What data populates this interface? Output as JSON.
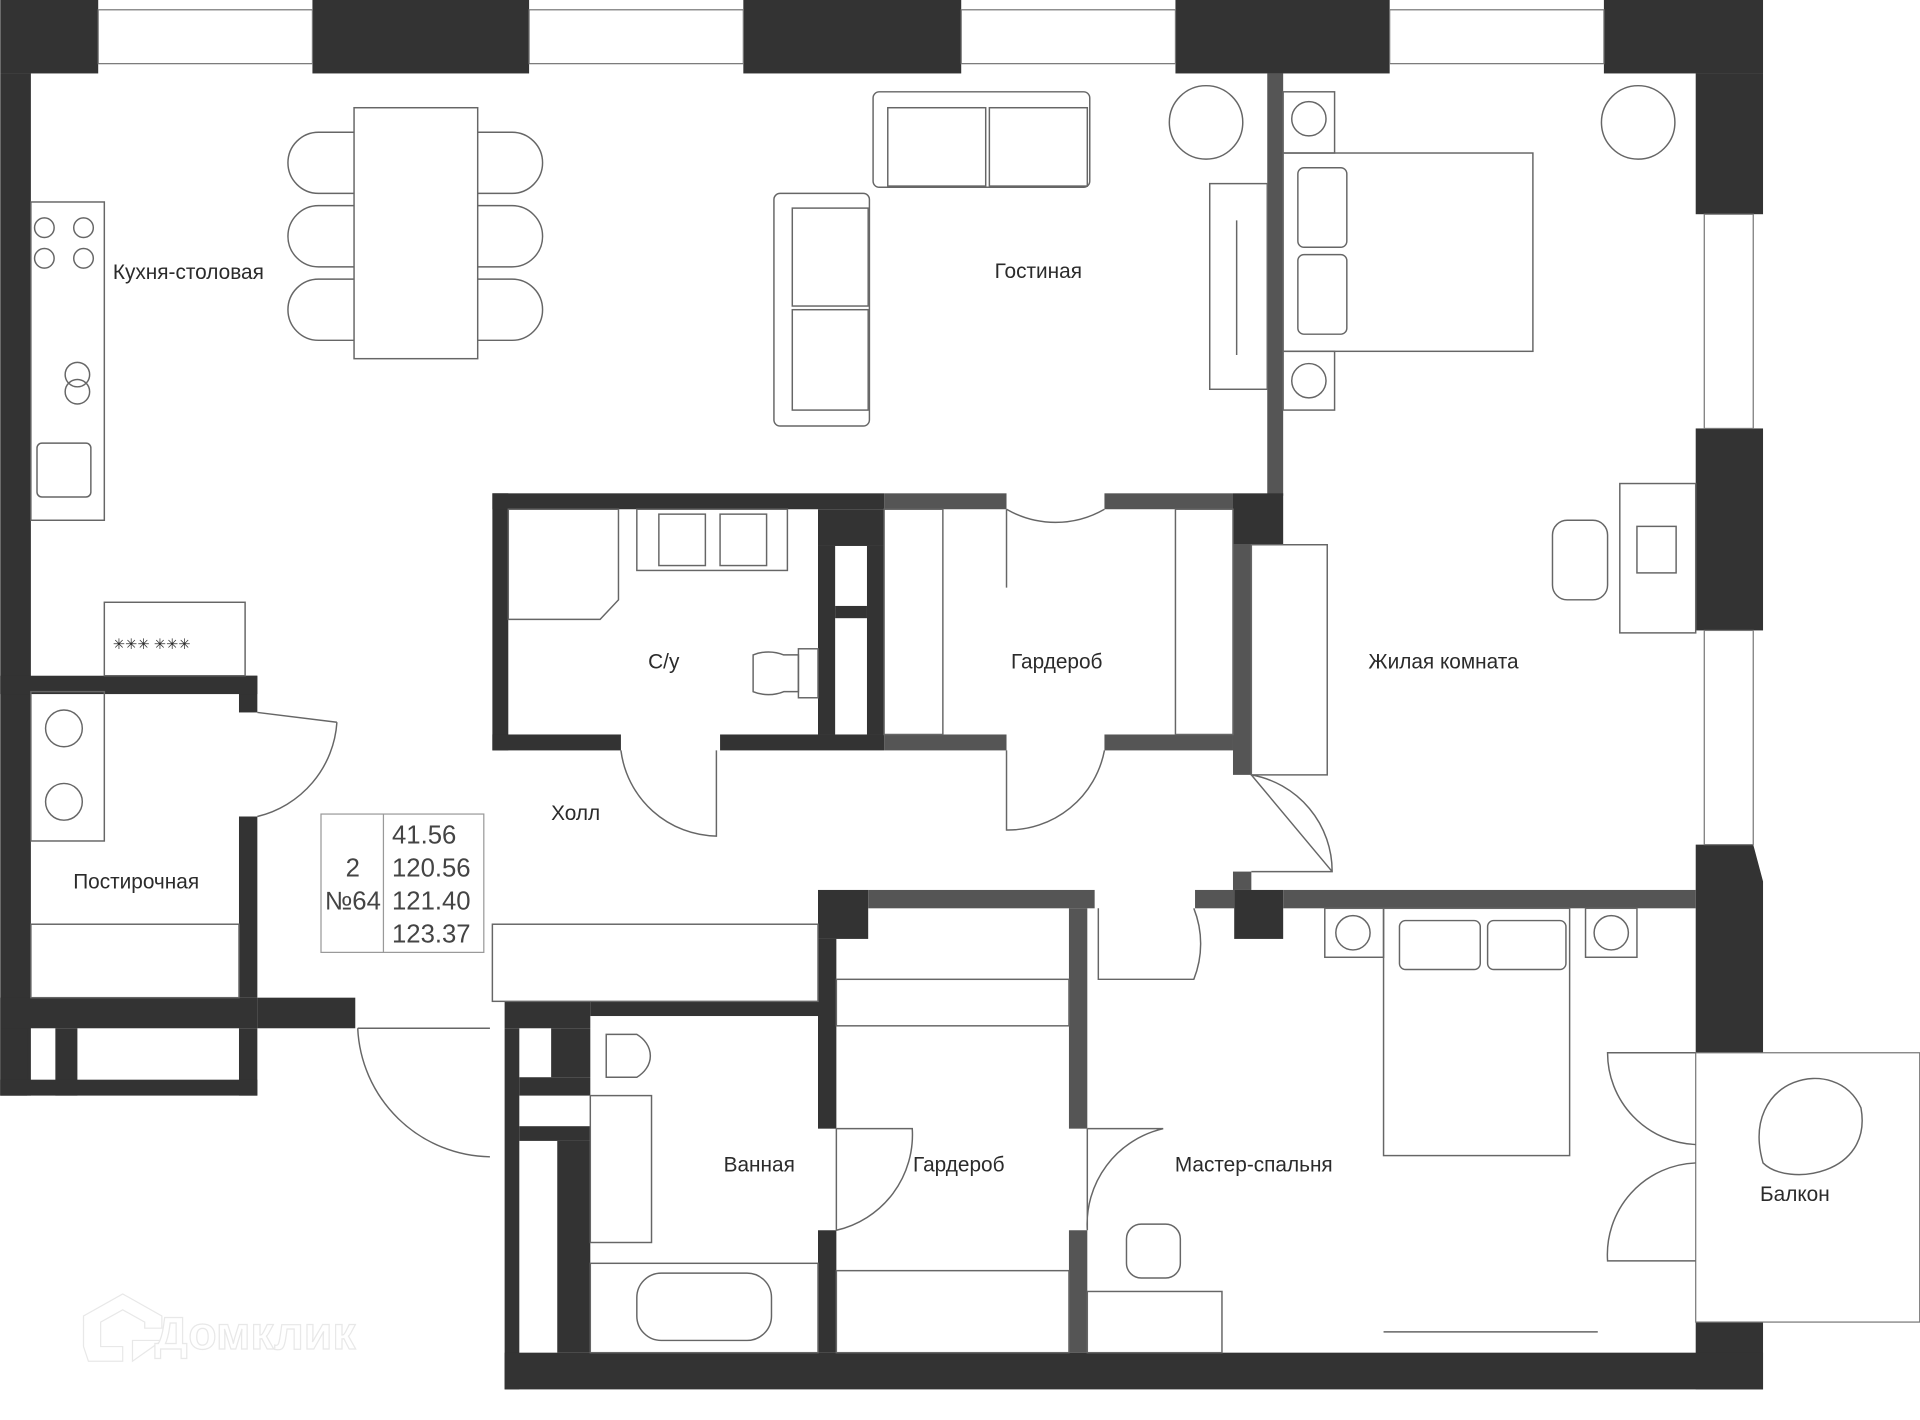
{
  "plan": {
    "rooms": {
      "kitchen": "Кухня-столовая",
      "living": "Гостиная",
      "wc": "С/у",
      "wardrobe1": "Гардероб",
      "bedroom": "Жилая комната",
      "hall": "Холл",
      "laundry": "Постирочная",
      "bathroom": "Ванная",
      "wardrobe2": "Гардероб",
      "master": "Мастер-спальня",
      "balcony": "Балкон"
    },
    "info": {
      "rooms_count": "2",
      "apartment_number": "№64",
      "living_area": "41.56",
      "total_area": "120.56",
      "area_2": "121.40",
      "area_3": "123.37"
    },
    "watermark": "Домклик"
  },
  "colors": {
    "wall": "#333333",
    "inner_wall": "#555555"
  }
}
